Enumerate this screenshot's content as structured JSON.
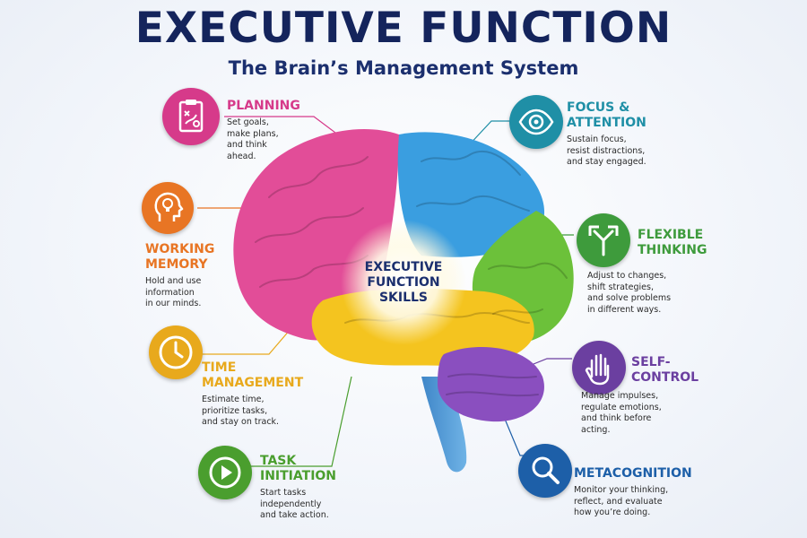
{
  "title": "EXECUTIVE FUNCTION",
  "subtitle": "The Brain’s Management System",
  "center_label": "EXECUTIVE\nFUNCTION\nSKILLS",
  "skills": [
    {
      "id": "planning",
      "heading": "PLANNING",
      "description": "Set goals,\nmake plans,\nand think\nahead.",
      "color": "#d63a8a",
      "icon": "clipboard-strategy-icon"
    },
    {
      "id": "working-memory",
      "heading": "WORKING\nMEMORY",
      "description": "Hold and use\ninformation\nin our minds.",
      "color": "#e87524",
      "icon": "head-lightbulb-icon"
    },
    {
      "id": "time-management",
      "heading": "TIME\nMANAGEMENT",
      "description": "Estimate time,\nprioritize tasks,\nand stay on track.",
      "color": "#e8a91c",
      "icon": "clock-icon"
    },
    {
      "id": "task-initiation",
      "heading": "TASK\nINITIATION",
      "description": "Start tasks\nindependently\nand take action.",
      "color": "#4a9e2e",
      "icon": "play-button-icon"
    },
    {
      "id": "focus-attention",
      "heading": "FOCUS &\nATTENTION",
      "description": "Sustain focus,\nresist distractions,\nand stay engaged.",
      "color": "#1f8fa6",
      "icon": "eye-icon"
    },
    {
      "id": "flexible-thinking",
      "heading": "FLEXIBLE\nTHINKING",
      "description": "Adjust to changes,\nshift strategies,\nand solve problems\nin different ways.",
      "color": "#3e9b3c",
      "icon": "split-arrows-icon"
    },
    {
      "id": "self-control",
      "heading": "SELF-\nCONTROL",
      "description": "Manage impulses,\nregulate emotions,\nand think before\nacting.",
      "color": "#6b3fa0",
      "icon": "raised-hand-icon"
    },
    {
      "id": "metacognition",
      "heading": "METACOGNITION",
      "description": "Monitor your thinking,\nreflect, and evaluate\nhow you’re doing.",
      "color": "#1d5fa8",
      "icon": "magnifying-glass-icon"
    }
  ]
}
